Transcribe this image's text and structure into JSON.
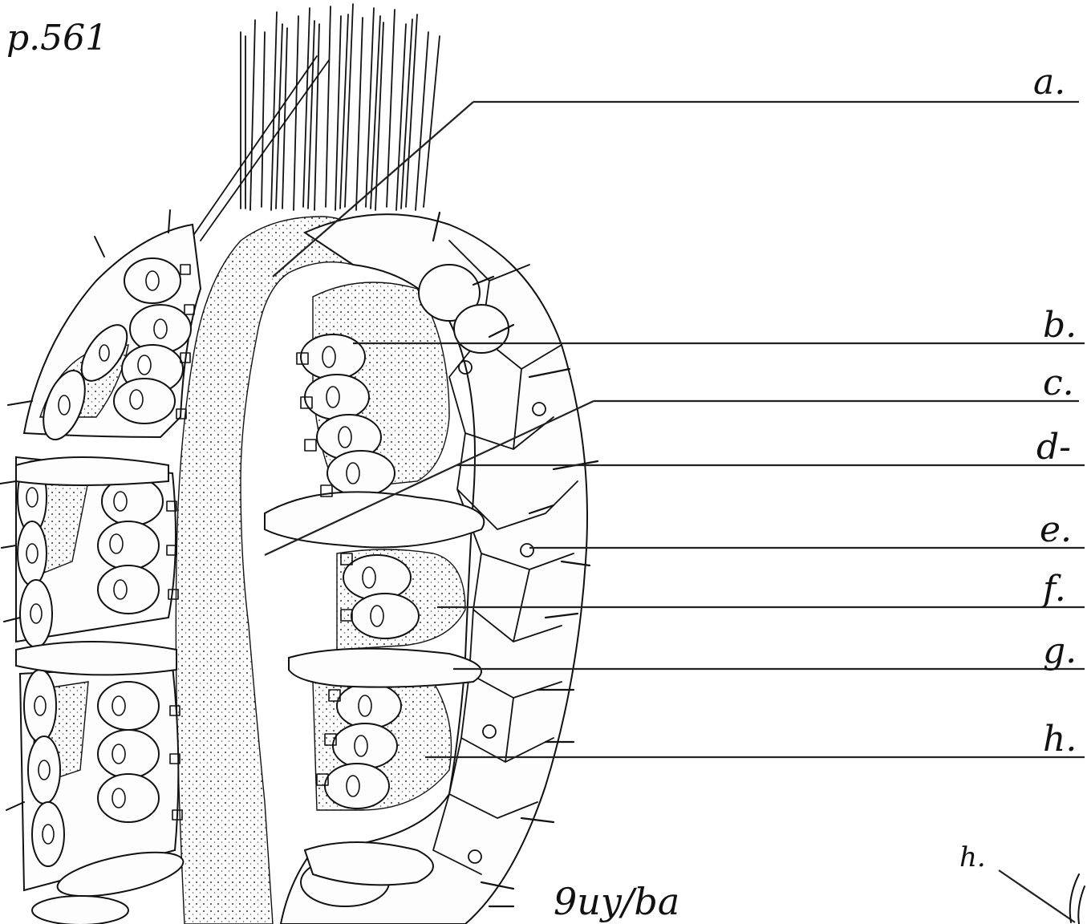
{
  "page_note": "p.561",
  "signature": "9uy/ba",
  "labels": [
    {
      "id": "a",
      "text": "a."
    },
    {
      "id": "b",
      "text": "b."
    },
    {
      "id": "c",
      "text": "c."
    },
    {
      "id": "d",
      "text": "d-"
    },
    {
      "id": "e",
      "text": "e."
    },
    {
      "id": "f",
      "text": "f."
    },
    {
      "id": "g",
      "text": "g."
    },
    {
      "id": "h",
      "text": "h."
    },
    {
      "id": "h-corner",
      "text": "h."
    }
  ]
}
